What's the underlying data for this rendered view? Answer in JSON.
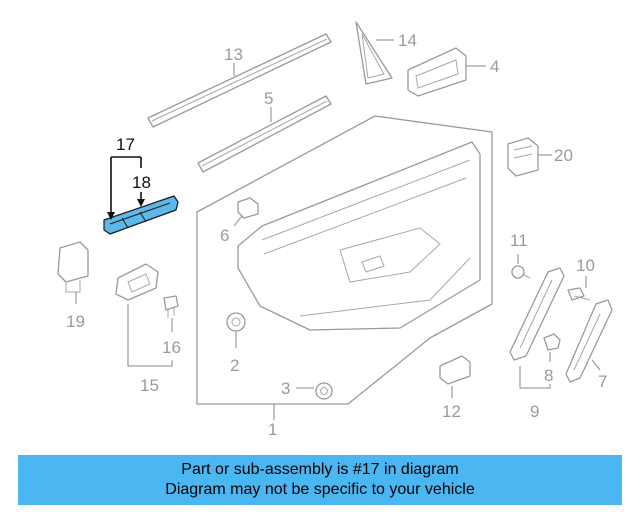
{
  "labels": {
    "l1": "1",
    "l2": "2",
    "l3": "3",
    "l4": "4",
    "l5": "5",
    "l6": "6",
    "l7": "7",
    "l8": "8",
    "l9": "9",
    "l10": "10",
    "l11": "11",
    "l12": "12",
    "l13": "13",
    "l14": "14",
    "l15": "15",
    "l16": "16",
    "l17": "17",
    "l18": "18",
    "l19": "19",
    "l20": "20"
  },
  "colors": {
    "highlight": "#5bb8e8",
    "banner": "#4ab6f2",
    "line_art": "#9a9a9a"
  },
  "banner": {
    "line1": "Part or sub-assembly is #17 in diagram",
    "line2": "Diagram may not be specific to your vehicle"
  }
}
